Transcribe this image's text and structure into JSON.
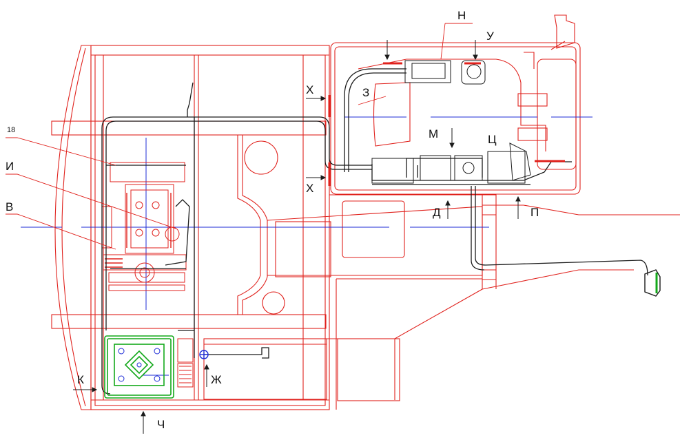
{
  "colors": {
    "frame": "#e0211c",
    "wiring": "#1a1a1a",
    "axis": "#1c2bd6",
    "battery": "#13a81a",
    "background": "#ffffff"
  },
  "labels": {
    "n18": "18",
    "I": "И",
    "V": "В",
    "Kh_top": "Х",
    "Kh_bottom": "Х",
    "Z": "З",
    "N": "Н",
    "U": "У",
    "M": "М",
    "Ts": "Ц",
    "D": "Д",
    "P": "П",
    "K": "К",
    "Zh": "Ж",
    "Ch": "Ч"
  }
}
